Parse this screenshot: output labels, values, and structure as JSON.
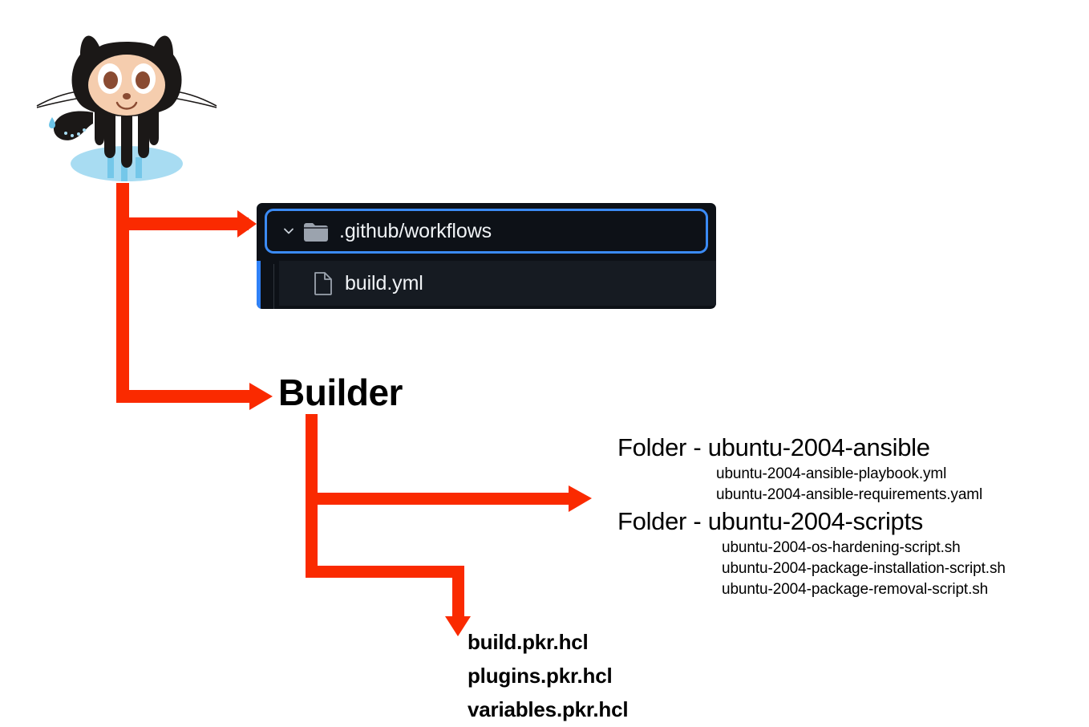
{
  "colors": {
    "arrow_red": "#FA2A00",
    "panel_bg": "#0d1117",
    "panel_row_bg": "#161b22",
    "highlight_blue": "#3b8bf5",
    "rail_blue": "#2f81f7",
    "icon_grey": "#9ba3ae",
    "text_light": "#f0f3f6",
    "text_dark": "#000000",
    "octocat_black": "#1b1817",
    "octocat_face": "#f5cdae",
    "octocat_pool": "#a8dcf2"
  },
  "octocat": {
    "icon": "github-octocat-logo",
    "alt": "GitHub Octocat"
  },
  "file_tree": {
    "folder_row": {
      "label": ".github/workflows",
      "chevron_icon": "chevron-down-icon",
      "folder_icon": "folder-icon",
      "expanded": true,
      "selected": true
    },
    "file_rows": [
      {
        "label": "build.yml",
        "file_icon": "file-icon"
      }
    ]
  },
  "builder": {
    "title": "Builder"
  },
  "folders": [
    {
      "heading": "Folder - ubuntu-2004-ansible",
      "files": [
        "ubuntu-2004-ansible-playbook.yml",
        "ubuntu-2004-ansible-requirements.yaml"
      ]
    },
    {
      "heading": "Folder - ubuntu-2004-scripts",
      "files": [
        "ubuntu-2004-os-hardening-script.sh",
        "ubuntu-2004-package-installation-script.sh",
        "ubuntu-2004-package-removal-script.sh"
      ]
    }
  ],
  "packer_files": [
    "build.pkr.hcl",
    "plugins.pkr.hcl",
    "variables.pkr.hcl"
  ],
  "arrows": [
    {
      "name": "octocat-to-workflows",
      "direction": "right"
    },
    {
      "name": "octocat-to-builder",
      "direction": "right"
    },
    {
      "name": "builder-to-folders",
      "direction": "right"
    },
    {
      "name": "builder-to-packer-files",
      "direction": "down"
    }
  ]
}
